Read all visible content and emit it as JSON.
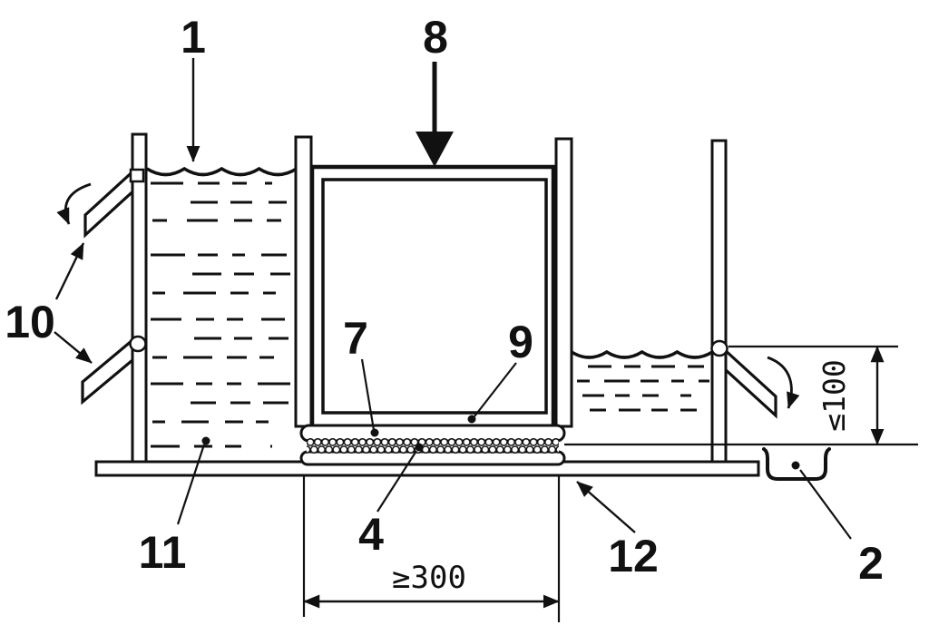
{
  "figure": {
    "kind": "technical-drawing",
    "ink_color": "#111111",
    "background_color": "#ffffff",
    "ref_labels": {
      "l1": "1",
      "l2": "2",
      "l4": "4",
      "l7": "7",
      "l8": "8",
      "l9": "9",
      "l10": "10",
      "l11": "11",
      "l12": "12"
    },
    "dimensions": {
      "width_min": "≥300",
      "head_max": "≤100"
    }
  }
}
